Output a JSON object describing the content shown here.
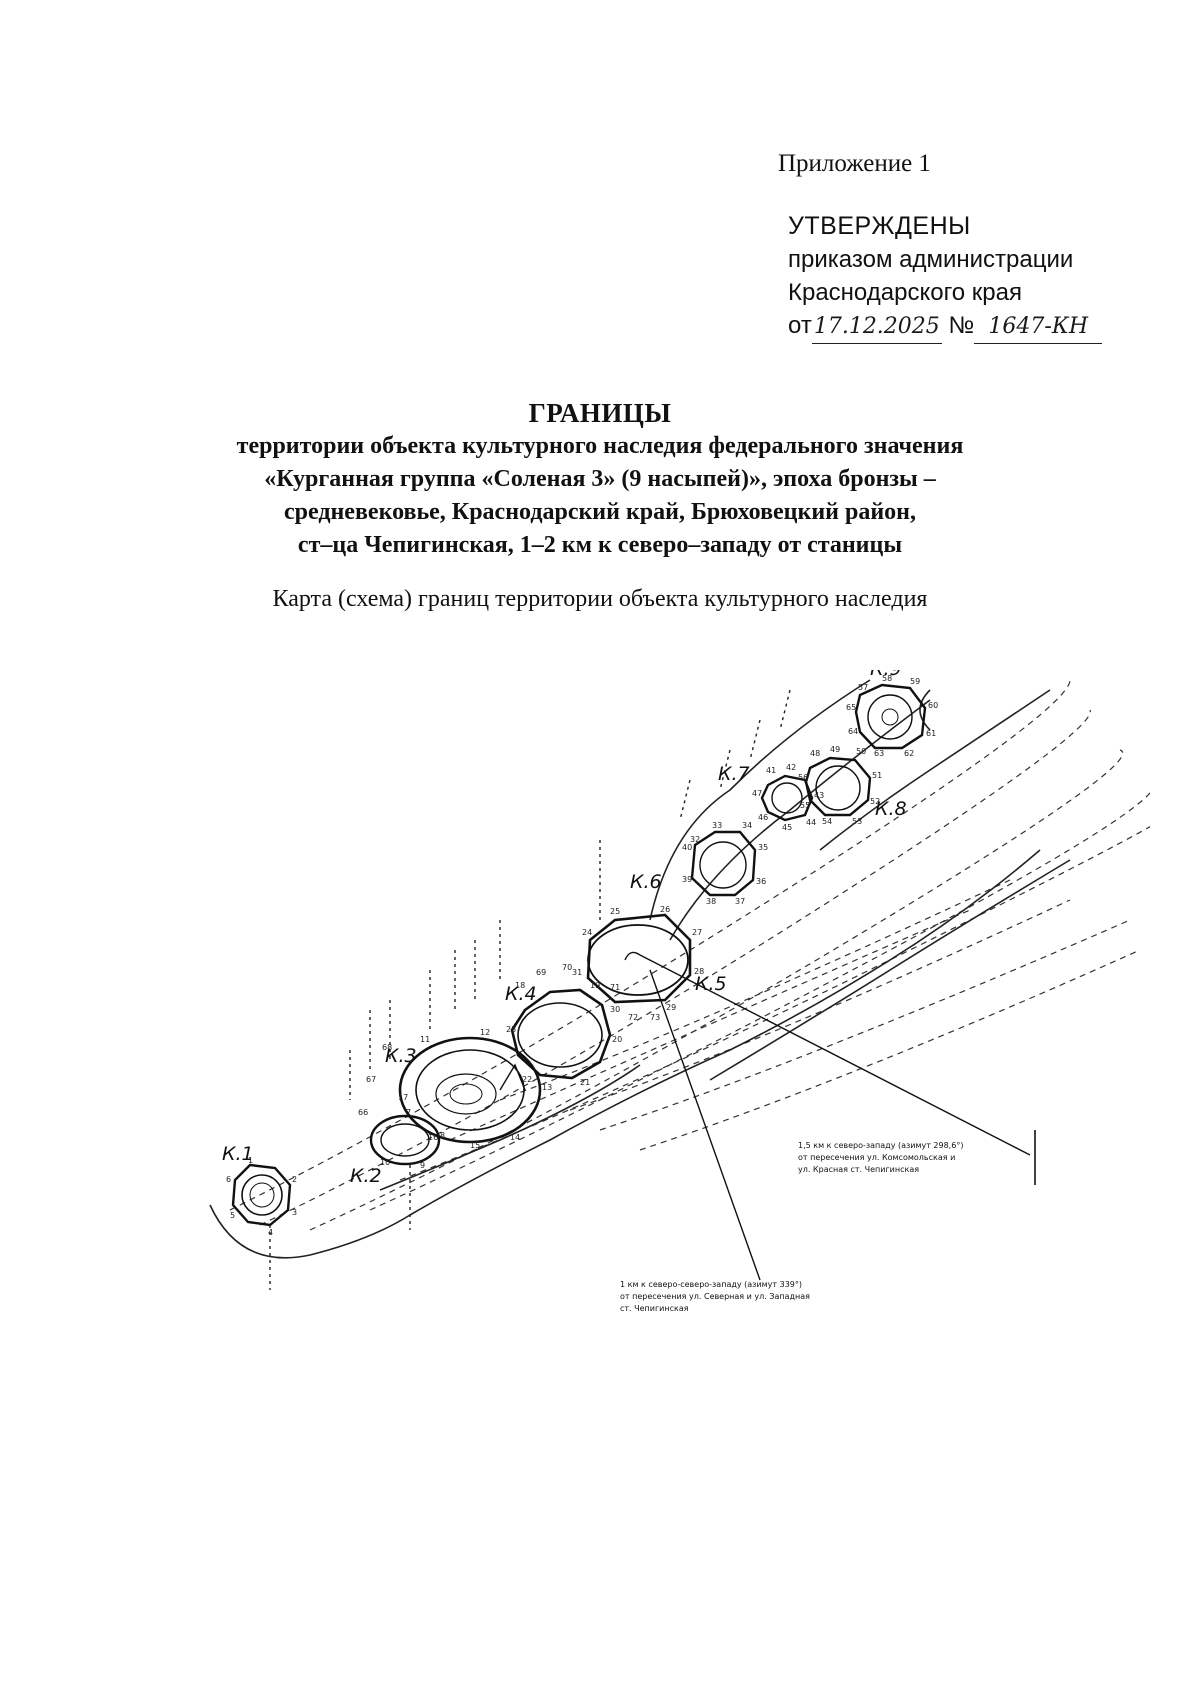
{
  "header": {
    "appendix": "Приложение 1",
    "approved": "УТВЕРЖДЕНЫ",
    "order_line": "приказом администрации",
    "region_line": "Краснодарского края",
    "date_prefix": "от",
    "date": "17.12.2025",
    "number_prefix": "№",
    "number": "1647-КН"
  },
  "title": "ГРАНИЦЫ",
  "subtitle_lines": [
    "территории объекта культурного наследия федерального значения",
    "«Курганная группа «Соленая 3» (9 насыпей)», эпоха бронзы –",
    "средневековье, Краснодарский край, Брюховецкий район,",
    "ст–ца Чепигинская, 1–2 км к северо–западу от станицы"
  ],
  "map_caption": "Карта (схема) границ территории объекта культурного наследия",
  "map": {
    "mound_labels": [
      "К.1",
      "К.2",
      "К.3",
      "К.4",
      "К.5",
      "К.6",
      "К.7",
      "К.8",
      "К.9"
    ],
    "annotation_1": {
      "lines": [
        "1,5 км к северо-западу (азимут 298,6°)",
        "от пересечения ул. Комсомольская и",
        "ул. Красная ст. Чепигинская"
      ]
    },
    "annotation_2": {
      "lines": [
        "1 км к северо-северо-западу (азимут 339°)",
        "от пересечения ул. Северная и ул. Западная",
        "ст. Чепигинская"
      ]
    },
    "point_numbers": [
      "1",
      "2",
      "3",
      "4",
      "5",
      "6",
      "7",
      "8",
      "9",
      "10",
      "11",
      "12",
      "13",
      "14",
      "15",
      "16",
      "17",
      "18",
      "19",
      "20",
      "21",
      "22",
      "23",
      "24",
      "25",
      "26",
      "27",
      "28",
      "29",
      "30",
      "31",
      "32",
      "33",
      "34",
      "35",
      "36",
      "37",
      "38",
      "39",
      "40",
      "41",
      "42",
      "43",
      "44",
      "45",
      "46",
      "47",
      "48",
      "49",
      "50",
      "51",
      "52",
      "53",
      "54",
      "55",
      "56",
      "57",
      "58",
      "59",
      "60",
      "61",
      "62",
      "63",
      "64",
      "65",
      "66",
      "67",
      "68",
      "69",
      "70",
      "71",
      "72",
      "73"
    ]
  }
}
